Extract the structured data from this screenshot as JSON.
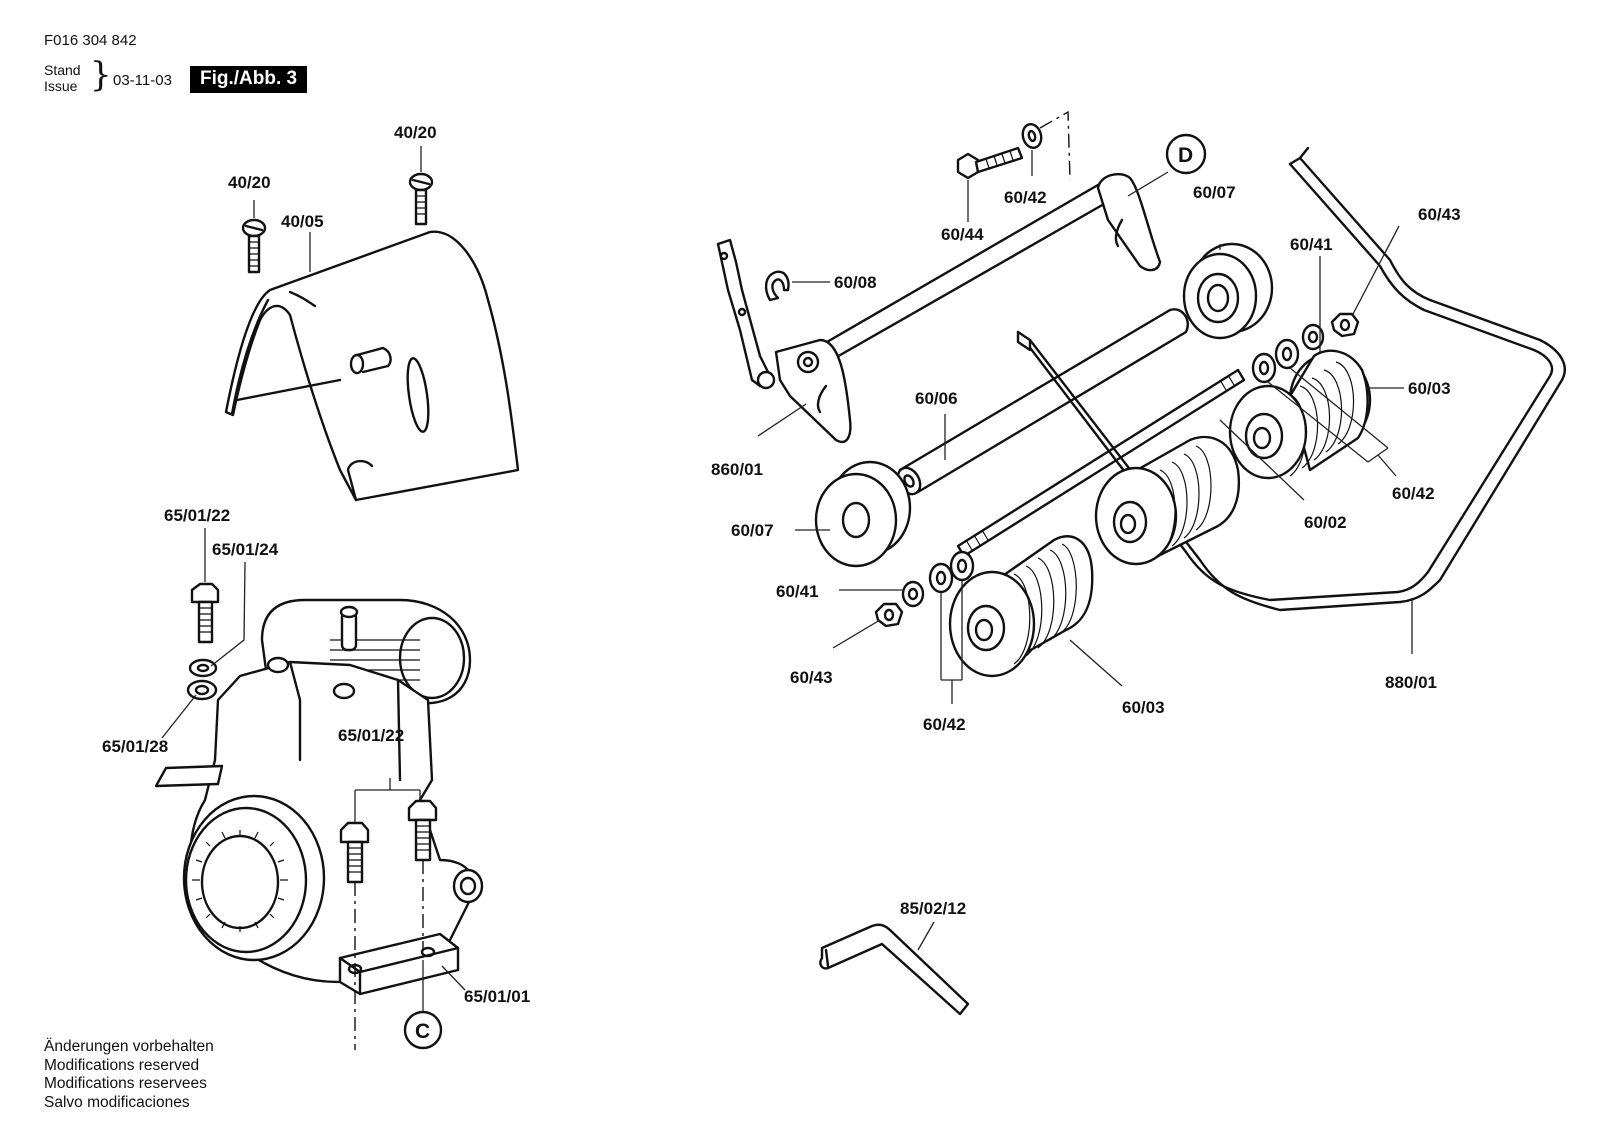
{
  "header": {
    "document_code": "F016 304 842",
    "stand_label": "Stand",
    "issue_label": "Issue",
    "brace": "}",
    "date": "03-11-03",
    "figure_label": "Fig./Abb. 3"
  },
  "footer": {
    "lines": [
      "Änderungen vorbehalten",
      "Modifications reserved",
      "Modifications reservees",
      "Salvo modificaciones"
    ]
  },
  "reference_markers": {
    "C": "C",
    "D": "D"
  },
  "parts": {
    "cover_group": {
      "screw_left": "40/20",
      "screw_right": "40/20",
      "cover": "40/05"
    },
    "engine_group": {
      "bolt_top": "65/01/22",
      "lock_washer": "65/01/24",
      "washer": "65/01/28",
      "bolts_lower": "65/01/22",
      "base_plate": "65/01/01"
    },
    "roller_group": {
      "bolt": "60/44",
      "washer_top": "60/42",
      "clip": "60/08",
      "side_plate": "860/01",
      "tube": "60/06",
      "wheel_left": "60/07",
      "wheel_right": "60/07",
      "spring_washer_left": "60/41",
      "nut_left": "60/43",
      "washers_left": "60/42",
      "roller_front": "60/03",
      "spring_washer_right": "60/41",
      "nut_right": "60/43",
      "roller_back": "60/03",
      "washers_right": "60/42",
      "axle": "60/02",
      "handle_bar": "880/01"
    },
    "tool_group": {
      "hex_key": "85/02/12"
    }
  }
}
